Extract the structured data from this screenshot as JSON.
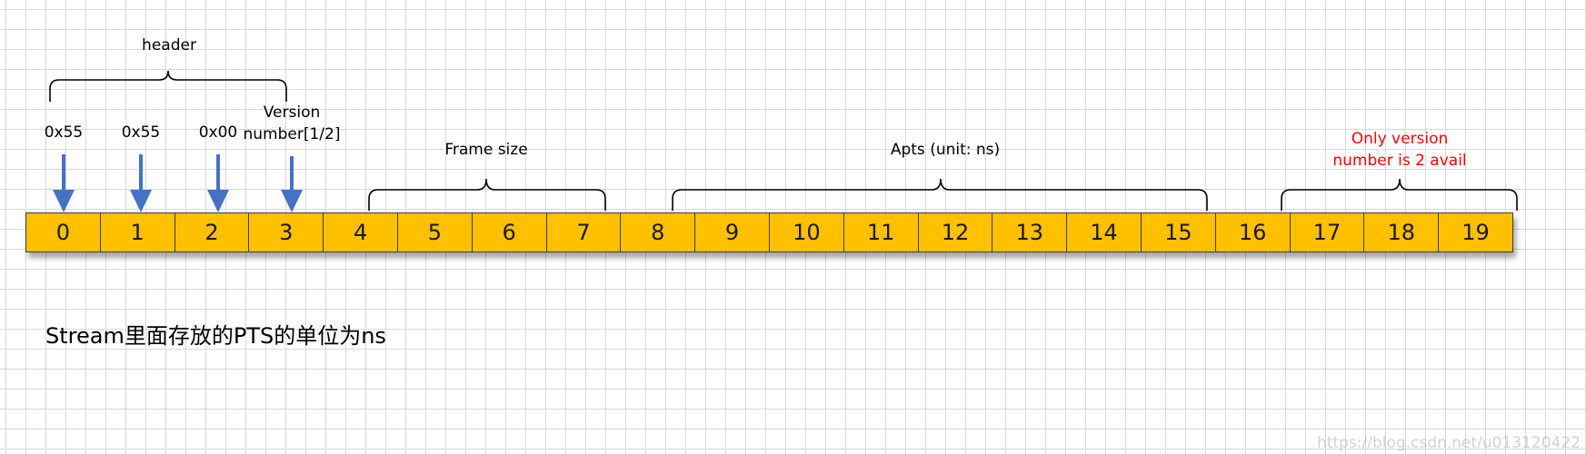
{
  "bytes": [
    "0",
    "1",
    "2",
    "3",
    "4",
    "5",
    "6",
    "7",
    "8",
    "9",
    "10",
    "11",
    "12",
    "13",
    "14",
    "15",
    "16",
    "17",
    "18",
    "19"
  ],
  "labels": {
    "header": "header",
    "b0": "0x55",
    "b1": "0x55",
    "b2": "0x00",
    "version_line1": "Version",
    "version_line2": "number[1/2]",
    "frame_size": "Frame size",
    "apts": "Apts (unit: ns)",
    "only_line1": "Only version",
    "only_line2": "number is 2 avail"
  },
  "note": "Stream里面存放的PTS的单位为ns",
  "watermark": "https://blog.csdn.net/u013120422",
  "colors": {
    "cell_fill": "#FFC000",
    "arrow": "#4472C4",
    "red_text": "#FF0000"
  }
}
